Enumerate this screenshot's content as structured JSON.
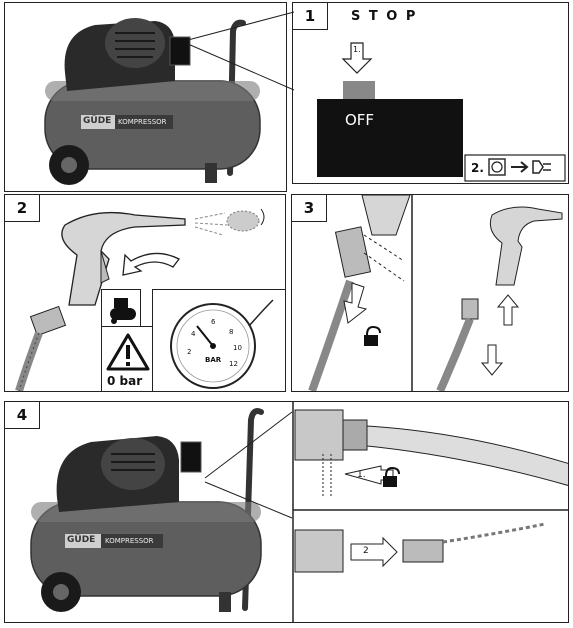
{
  "steps": {
    "s1": "1",
    "s2": "2",
    "s3": "3",
    "s4": "4"
  },
  "stop_panel": {
    "title": "S T O P",
    "arrow_label": "1.",
    "switch_label": "OFF",
    "unplug_label": "2."
  },
  "compressor": {
    "brand": "GÜDE",
    "model": "KOMPRESSOR"
  },
  "warning": {
    "pressure": "0 bar"
  },
  "gauge": {
    "unit": "BAR",
    "ticks": [
      "2",
      "4",
      "6",
      "8",
      "10",
      "12"
    ]
  },
  "step4": {
    "arrow1_label": "1.",
    "arrow2_label": "2"
  },
  "colors": {
    "tank": "#5e5e5e",
    "dark": "#1a1a1a",
    "line": "#222222"
  }
}
